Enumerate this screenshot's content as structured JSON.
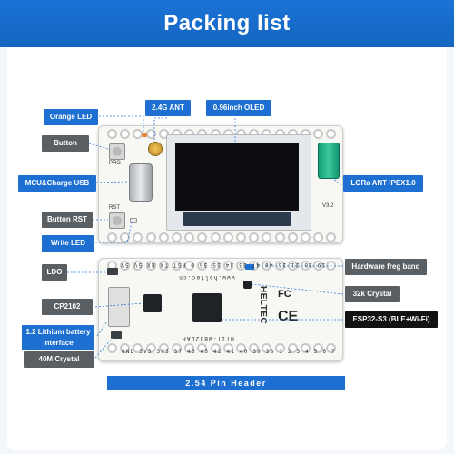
{
  "header": {
    "title": "Packing list"
  },
  "labels": {
    "orange_led": "Orange LED",
    "ant_24g": "2.4G ANT",
    "oled": "0.96inch OLED",
    "button": "Button",
    "usb": "MCU&Charge USB",
    "lora_ant": "LORa ANT IPEX1.0",
    "button_rst": "Button RST",
    "write_led": "Write LED",
    "ldo": "LDO",
    "hw_band": "Hardware freg band",
    "crystal_32k": "32k Crystal",
    "cp2102": "CP2102",
    "esp32": "ESP32-S3 (BLE+Wi-Fi)",
    "lithium": "1.2 Lithium battery interface",
    "crystal_40m": "40M Crystal",
    "pin_header": "2.54 Pin Header"
  },
  "board": {
    "prg": "PRG",
    "rst": "RST",
    "version": "V3.2",
    "top_pins": "19 20 21 26 48 47 33 34 35 36 0 RST TX RX 5V 5V",
    "bottom_pins": "GND 3V3 3V3 37 46 45 42 41 40 39 38 1 2 3 4 5 6 7",
    "url": "www.heltec.cn",
    "model": "HT1T-WB32LAF",
    "logo": "HELTEC"
  },
  "colors": {
    "header": "#1565c0",
    "label_blue": "#1d6fd1",
    "label_gray": "#5a5f64",
    "label_black": "#121212",
    "lora_connector": "#1fb185"
  }
}
